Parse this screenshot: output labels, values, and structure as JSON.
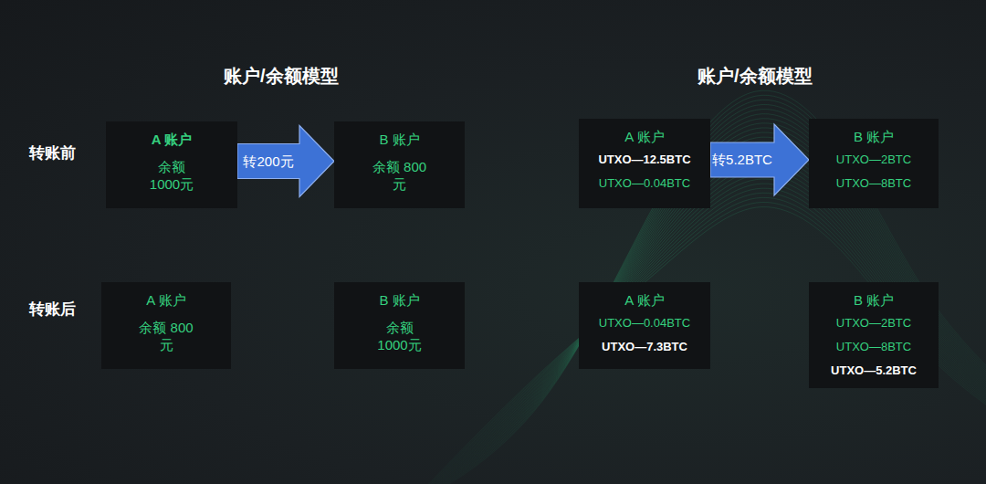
{
  "diagram": {
    "title": "账户/余额模型",
    "nodes": [
      {
        "text": [
          "A 账户",
          "余额 1000元"
        ]
      },
      {
        "text": [
          "B 账户",
          "余额 800元"
        ]
      },
      {
        "text": [
          "A 账户",
          "UTXO—12.5BTC",
          "UTXO—0.04BTC"
        ]
      },
      {
        "text": [
          "B 账户",
          "UTXO—2BTC",
          "UTXO—8BTC"
        ]
      },
      {
        "text": [
          "A 账户",
          "余额 800元"
        ]
      },
      {
        "text": [
          "B 账户",
          "余额 1000元"
        ]
      },
      {
        "text": [
          "A 账户",
          "UTXO—0.04BTC",
          "UTXO—7.3BTC"
        ]
      },
      {
        "text": [
          "B 账户",
          "UTXO—2BTC",
          "UTXO—8BTC",
          "UTXO—5.2BTC"
        ]
      }
    ],
    "edges": [
      {
        "from": 0,
        "to": 1,
        "label": "转200元",
        "arrow": "to"
      },
      {
        "from": 2,
        "to": 3,
        "label": "转5.2BTC",
        "arrow": "to"
      }
    ],
    "labels": [
      "账户/余额模型",
      "转账前",
      "转账后"
    ]
  }
}
